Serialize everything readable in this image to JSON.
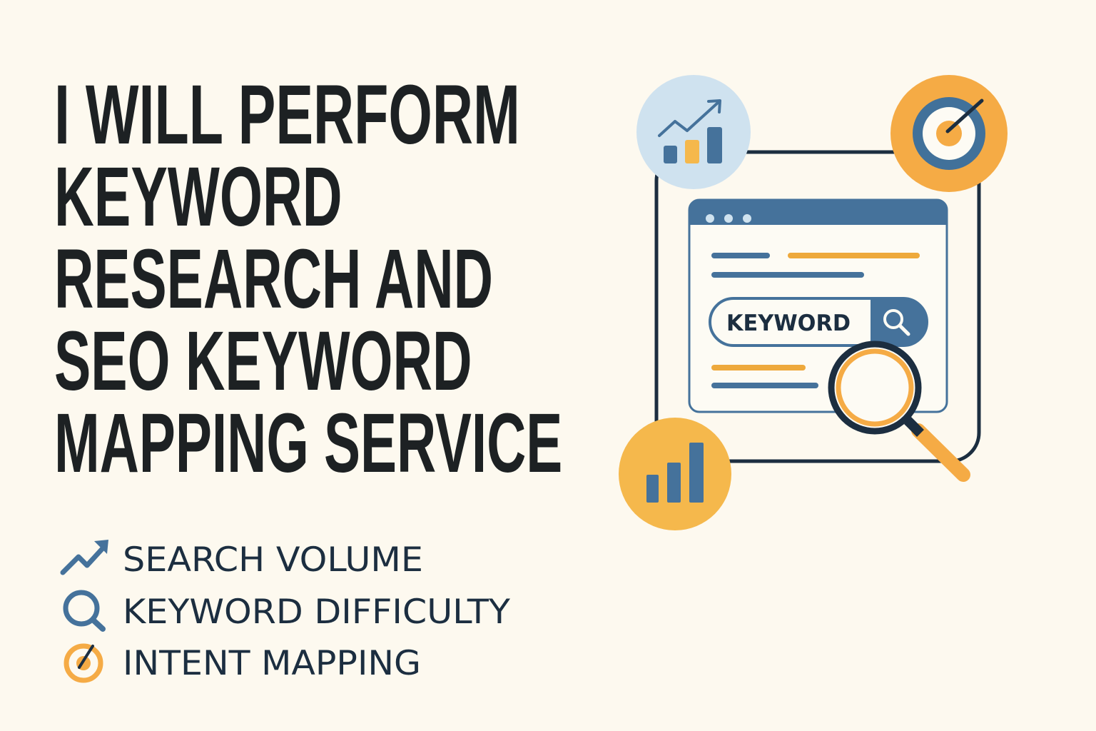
{
  "headline": {
    "lines": [
      "I WILL PERFORM",
      "KEYWORD",
      "RESEARCH AND",
      "SEO KEYWORD",
      "MAPPING SERVICE"
    ]
  },
  "features": [
    {
      "icon": "trending-up-icon",
      "label": "SEARCH VOLUME"
    },
    {
      "icon": "search-icon",
      "label": "KEYWORD DIFFICULTY"
    },
    {
      "icon": "target-icon",
      "label": "INTENT MAPPING"
    }
  ],
  "illustration": {
    "search_text": "KEYWORD"
  },
  "colors": {
    "background": "#fdf9ef",
    "navy": "#1c2e40",
    "blue": "#45729b",
    "light_blue": "#cfe2ef",
    "orange": "#f5ab45"
  }
}
